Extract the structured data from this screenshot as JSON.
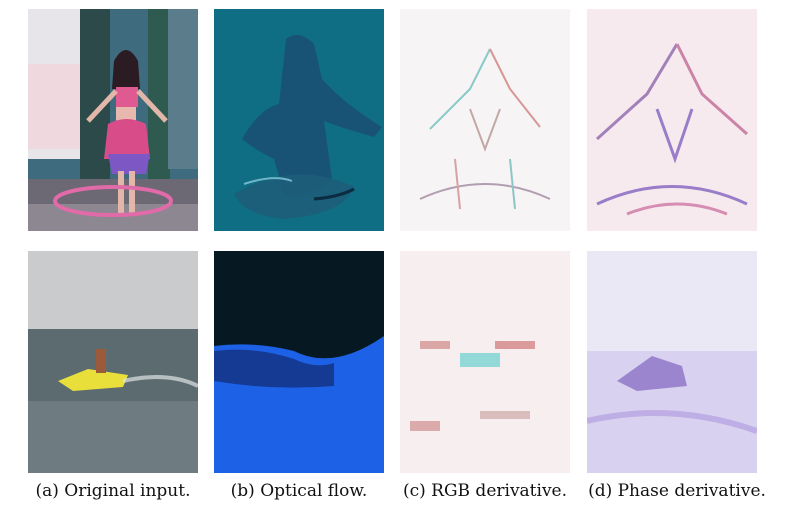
{
  "figure": {
    "captions": [
      "(a) Original input.",
      "(b) Optical flow.",
      "(c) RGB derivative.",
      "(d) Phase derivative."
    ],
    "rows": [
      {
        "scene": "woman with hula hoop",
        "panels": [
          "original-input",
          "optical-flow",
          "rgb-derivative",
          "phase-derivative"
        ]
      },
      {
        "scene": "person on jet ski",
        "panels": [
          "original-input",
          "optical-flow",
          "rgb-derivative",
          "phase-derivative"
        ]
      }
    ],
    "colors": {
      "flow_teal": "#0f6d84",
      "flow_dark": "#061821",
      "flow_blue": "#1d62e6",
      "phase_purple": "#5b36b0",
      "rgb_red": "#c04848",
      "rgb_cyan": "#2fc4c0"
    }
  }
}
